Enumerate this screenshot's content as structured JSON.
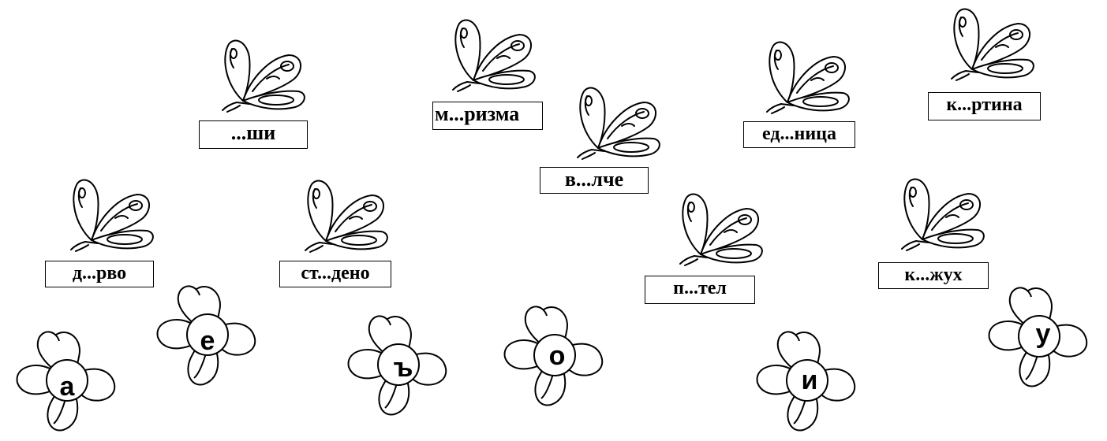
{
  "words": [
    "...ши",
    "м...ризма",
    "в...лче",
    "ед...ница",
    "к...ртина",
    "д...рво",
    "ст...дено",
    "п...тел",
    "к...жух"
  ],
  "letters": [
    "а",
    "е",
    "ъ",
    "о",
    "и",
    "у"
  ],
  "icons": {
    "butterfly": "butterfly-icon",
    "flower": "flower-icon"
  }
}
